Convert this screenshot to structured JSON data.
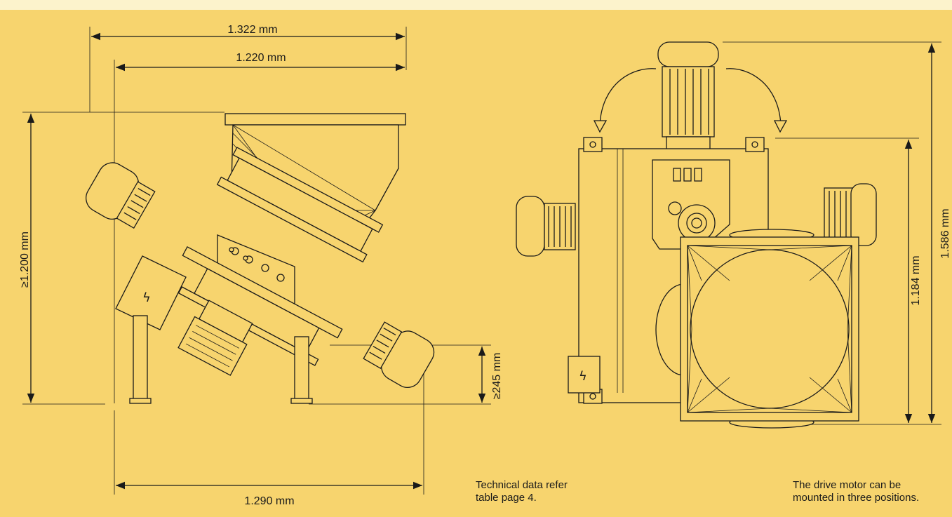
{
  "dimensions": {
    "side_width_top": "1.322 mm",
    "side_width_inner": "1.220 mm",
    "side_height": "≥1.200 mm",
    "side_clearance": "≥245 mm",
    "side_width_bottom": "1.290 mm",
    "top_height_inner": "1.184 mm",
    "top_height_outer": "1.586 mm"
  },
  "notes": {
    "technical_data": "Technical data refer\ntable page 4.",
    "motor_positions": "The drive motor can be\nmounted in three positions."
  },
  "colors": {
    "background": "#f7d46e",
    "top_strip": "#fcf3cc",
    "line": "#1a1a1a"
  }
}
